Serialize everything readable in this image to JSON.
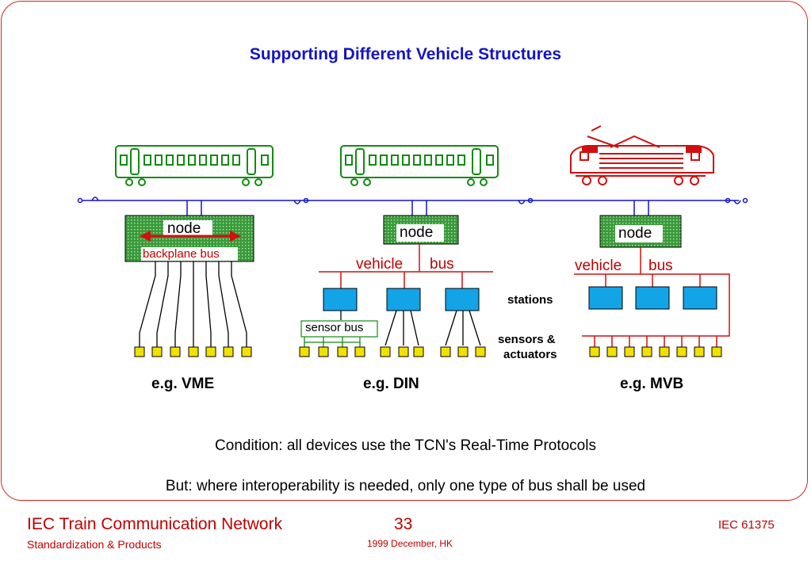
{
  "slide": {
    "title": "Supporting Different Vehicle Structures",
    "node_label": "node",
    "backplane_label": "backplane bus",
    "vehicle_label": "vehicle",
    "bus_label": "bus",
    "sensor_bus_label": "sensor bus",
    "stations_label": "stations",
    "sensors_label_line1": "sensors &",
    "sensors_label_line2": "actuators",
    "example_vme": "e.g. VME",
    "example_din": "e.g. DIN",
    "example_mvb": "e.g. MVB",
    "condition": "Condition: all devices use the TCN's Real-Time Protocols",
    "but": "But: where interoperability is needed, only one type of bus shall be used"
  },
  "footer": {
    "title": "IEC Train Communication Network",
    "subtitle": "Standardization & Products",
    "page": "33",
    "date": "1999 December, HK",
    "standard": "IEC 61375"
  },
  "colors": {
    "title": "#1414c8",
    "accent": "#c00000",
    "node_fill": "#3a9a3a",
    "station": "#12a4e6",
    "device": "#f2e000",
    "wagon": "#138a13",
    "loco": "#d01010"
  }
}
